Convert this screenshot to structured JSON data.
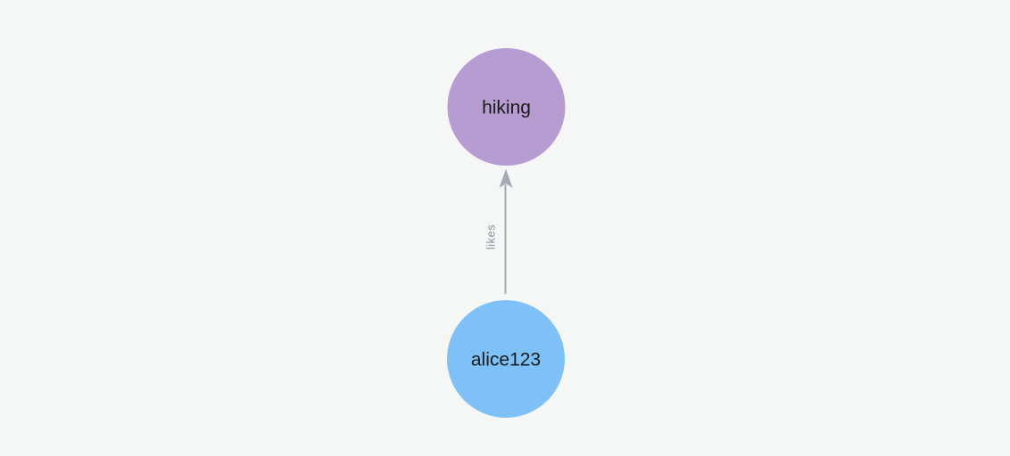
{
  "app": {
    "background_color": "#f5f6f6"
  },
  "graph": {
    "nodes": [
      {
        "id": "hiking",
        "label": "hiking",
        "color": "#b79cd2",
        "text_color": "#1a1a1a"
      },
      {
        "id": "alice123",
        "label": "alice123",
        "color": "#7dc1f8",
        "text_color": "#1a1a1a"
      }
    ],
    "edge": {
      "label": "likes",
      "from": "alice123",
      "to": "hiking",
      "line_color": "#a6a9b1",
      "label_color": "#8d9099"
    }
  }
}
